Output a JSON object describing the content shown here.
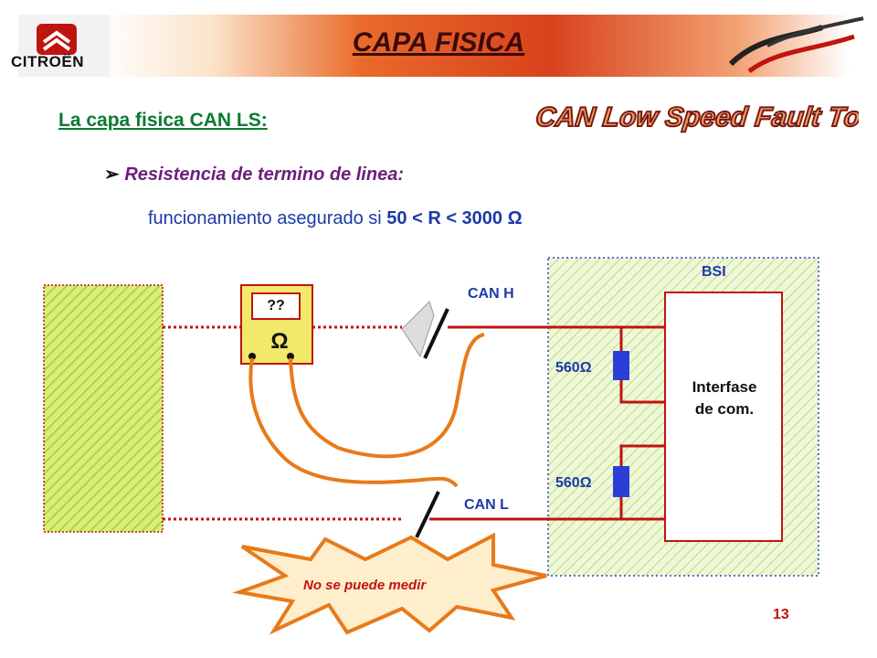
{
  "header": {
    "logo_text": "CITROËN",
    "title": "CAPA FISICA",
    "badge": "CAN Low Speed Fault Tolerant"
  },
  "content": {
    "subtitle": "La capa fisica CAN LS",
    "subtitle_colon": ":",
    "bullet": "Resistencia de termino de linea:",
    "condition_text": "funcionamiento asegurado si ",
    "condition_value": "50 < R < 3000 Ω"
  },
  "diagram": {
    "bsi_label": "BSI",
    "can_h_label": "CAN H",
    "can_l_label": "CAN L",
    "resistor_top_label": "560Ω",
    "resistor_bottom_label": "560Ω",
    "interface_line1": "Interfase",
    "interface_line2": "de com.",
    "meter_value": "??",
    "meter_unit": "Ω",
    "warning": "No se puede medir"
  },
  "footer": {
    "page_number": "13"
  },
  "colors": {
    "wire_red": "#c0140e",
    "resistor_blue": "#2b3fd6",
    "probe_orange": "#e87a1a",
    "ecu_hatch": "#b7d93a",
    "text_blue": "#1c3aa8",
    "text_green": "#0b7a33",
    "text_purple": "#6b1f7a"
  }
}
